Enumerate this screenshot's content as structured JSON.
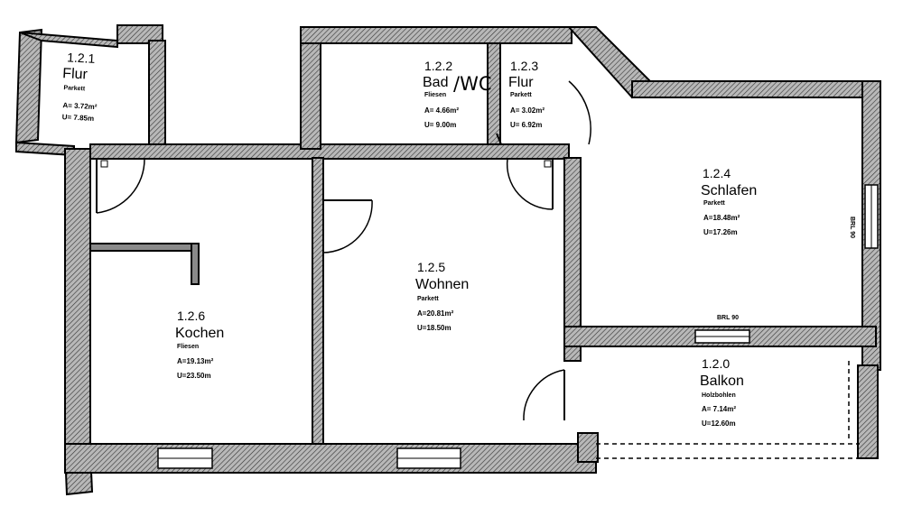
{
  "rooms": [
    {
      "id": "r121",
      "number": "1.2.1",
      "name": "Flur",
      "floor": "Parkett",
      "area": "A= 3.72m²",
      "perimeter": "U= 7.85m"
    },
    {
      "id": "r122",
      "number": "1.2.2",
      "name": "Bad",
      "floor": "Fliesen",
      "area": "A= 4.66m²",
      "perimeter": "U= 9.00m"
    },
    {
      "id": "r123",
      "number": "1.2.3",
      "name": "Flur",
      "floor": "Parkett",
      "area": "A= 3.02m²",
      "perimeter": "U= 6.92m"
    },
    {
      "id": "r124",
      "number": "1.2.4",
      "name": "Schlafen",
      "floor": "Parkett",
      "area": "A=18.48m²",
      "perimeter": "U=17.26m"
    },
    {
      "id": "r125",
      "number": "1.2.5",
      "name": "Wohnen",
      "floor": "Parkett",
      "area": "A=20.81m²",
      "perimeter": "U=18.50m"
    },
    {
      "id": "r126",
      "number": "1.2.6",
      "name": "Kochen",
      "floor": "Fliesen",
      "area": "A=19.13m²",
      "perimeter": "U=23.50m"
    },
    {
      "id": "r120",
      "number": "1.2.0",
      "name": "Balkon",
      "floor": "Holzbohlen",
      "area": "A= 7.14m²",
      "perimeter": "U=12.60m"
    }
  ],
  "handwritten_wc": "/WC",
  "window_marks": {
    "schlafen_sill": "BRL 90",
    "side_window": "BRL 90"
  }
}
